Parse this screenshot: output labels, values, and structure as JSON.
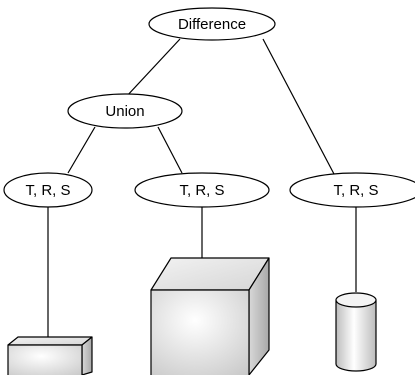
{
  "diagram": {
    "root": {
      "label": "Difference"
    },
    "union": {
      "label": "Union"
    },
    "leaves": [
      {
        "label": "T, R, S",
        "object": "flat-box"
      },
      {
        "label": "T, R, S",
        "object": "cube"
      },
      {
        "label": "T, R, S",
        "object": "cylinder"
      }
    ]
  },
  "colors": {
    "stroke": "#000000",
    "fill_light": "#ffffff",
    "fill_shade": "#c8c8c8"
  }
}
